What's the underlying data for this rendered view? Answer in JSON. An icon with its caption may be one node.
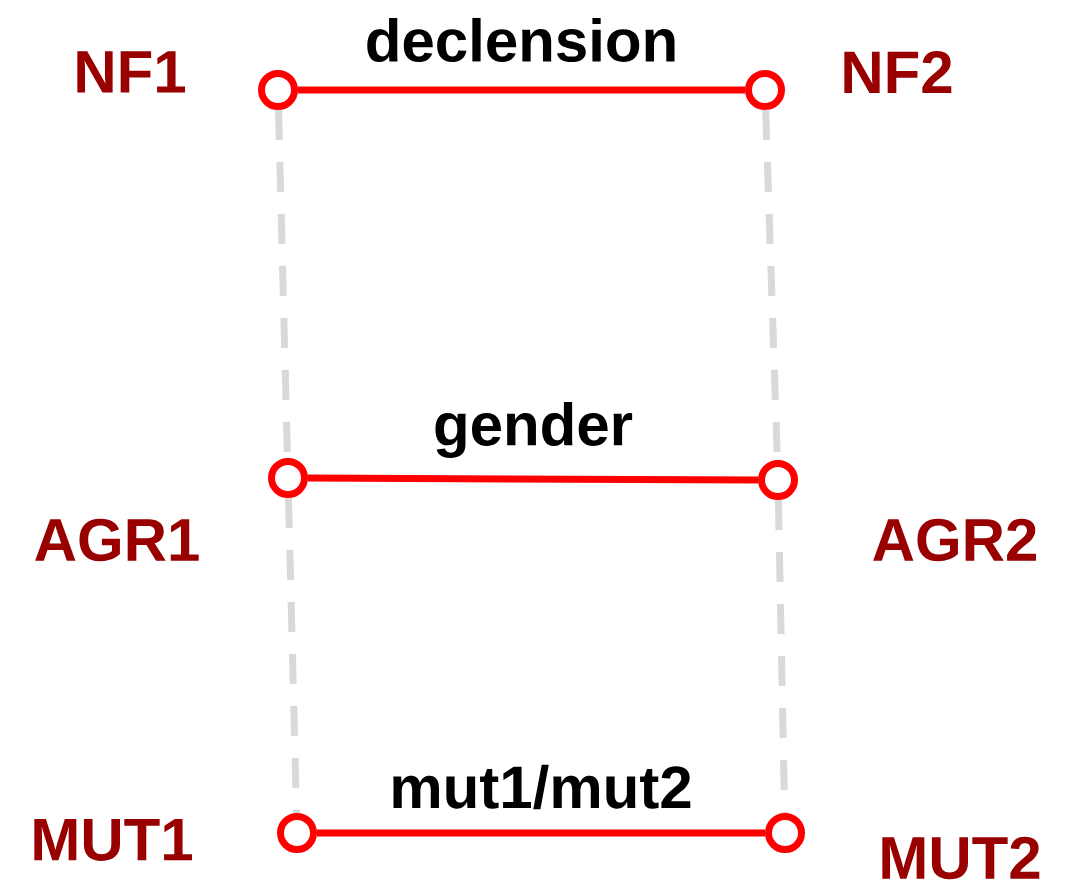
{
  "diagram": {
    "nodes": [
      {
        "text": [],
        "shape": "circle",
        "beside": [
          "NF1"
        ]
      },
      {
        "text": [],
        "shape": "circle",
        "beside": [
          "NF2"
        ]
      },
      {
        "text": [],
        "shape": "circle",
        "beside": [
          "AGR1"
        ]
      },
      {
        "text": [],
        "shape": "circle",
        "beside": [
          "AGR2"
        ]
      },
      {
        "text": [],
        "shape": "circle",
        "beside": [
          "MUT1"
        ]
      },
      {
        "text": [],
        "shape": "circle",
        "beside": [
          "MUT2"
        ]
      }
    ],
    "edges": [
      {
        "from": 0,
        "to": 1,
        "arrow": "none",
        "label": "declension",
        "color": "#ff0000"
      },
      {
        "from": 2,
        "to": 3,
        "arrow": "none",
        "label": "gender",
        "color": "#ff0000"
      },
      {
        "from": 4,
        "to": 5,
        "arrow": "none",
        "label": "mut1/mut2",
        "color": "#ff0000"
      },
      {
        "from": 0,
        "to": 2,
        "arrow": "none",
        "style": "dashed"
      },
      {
        "from": 2,
        "to": 4,
        "arrow": "none",
        "style": "dashed"
      },
      {
        "from": 1,
        "to": 3,
        "arrow": "none",
        "style": "dashed"
      },
      {
        "from": 3,
        "to": 5,
        "arrow": "none",
        "style": "dashed"
      }
    ]
  }
}
